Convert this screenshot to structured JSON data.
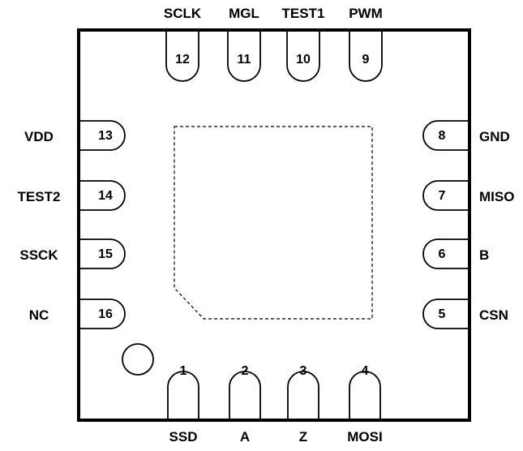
{
  "package": {
    "pins": {
      "top": [
        {
          "num": "12",
          "label": "SCLK"
        },
        {
          "num": "11",
          "label": "MGL"
        },
        {
          "num": "10",
          "label": "TEST1"
        },
        {
          "num": "9",
          "label": "PWM"
        }
      ],
      "left": [
        {
          "num": "13",
          "label": "VDD"
        },
        {
          "num": "14",
          "label": "TEST2"
        },
        {
          "num": "15",
          "label": "SSCK"
        },
        {
          "num": "16",
          "label": "NC"
        }
      ],
      "right": [
        {
          "num": "8",
          "label": "GND"
        },
        {
          "num": "7",
          "label": "MISO"
        },
        {
          "num": "6",
          "label": "B"
        },
        {
          "num": "5",
          "label": "CSN"
        }
      ],
      "bottom": [
        {
          "num": "1",
          "label": "SSD"
        },
        {
          "num": "2",
          "label": "A"
        },
        {
          "num": "3",
          "label": "Z"
        },
        {
          "num": "4",
          "label": "MOSI"
        }
      ]
    }
  }
}
